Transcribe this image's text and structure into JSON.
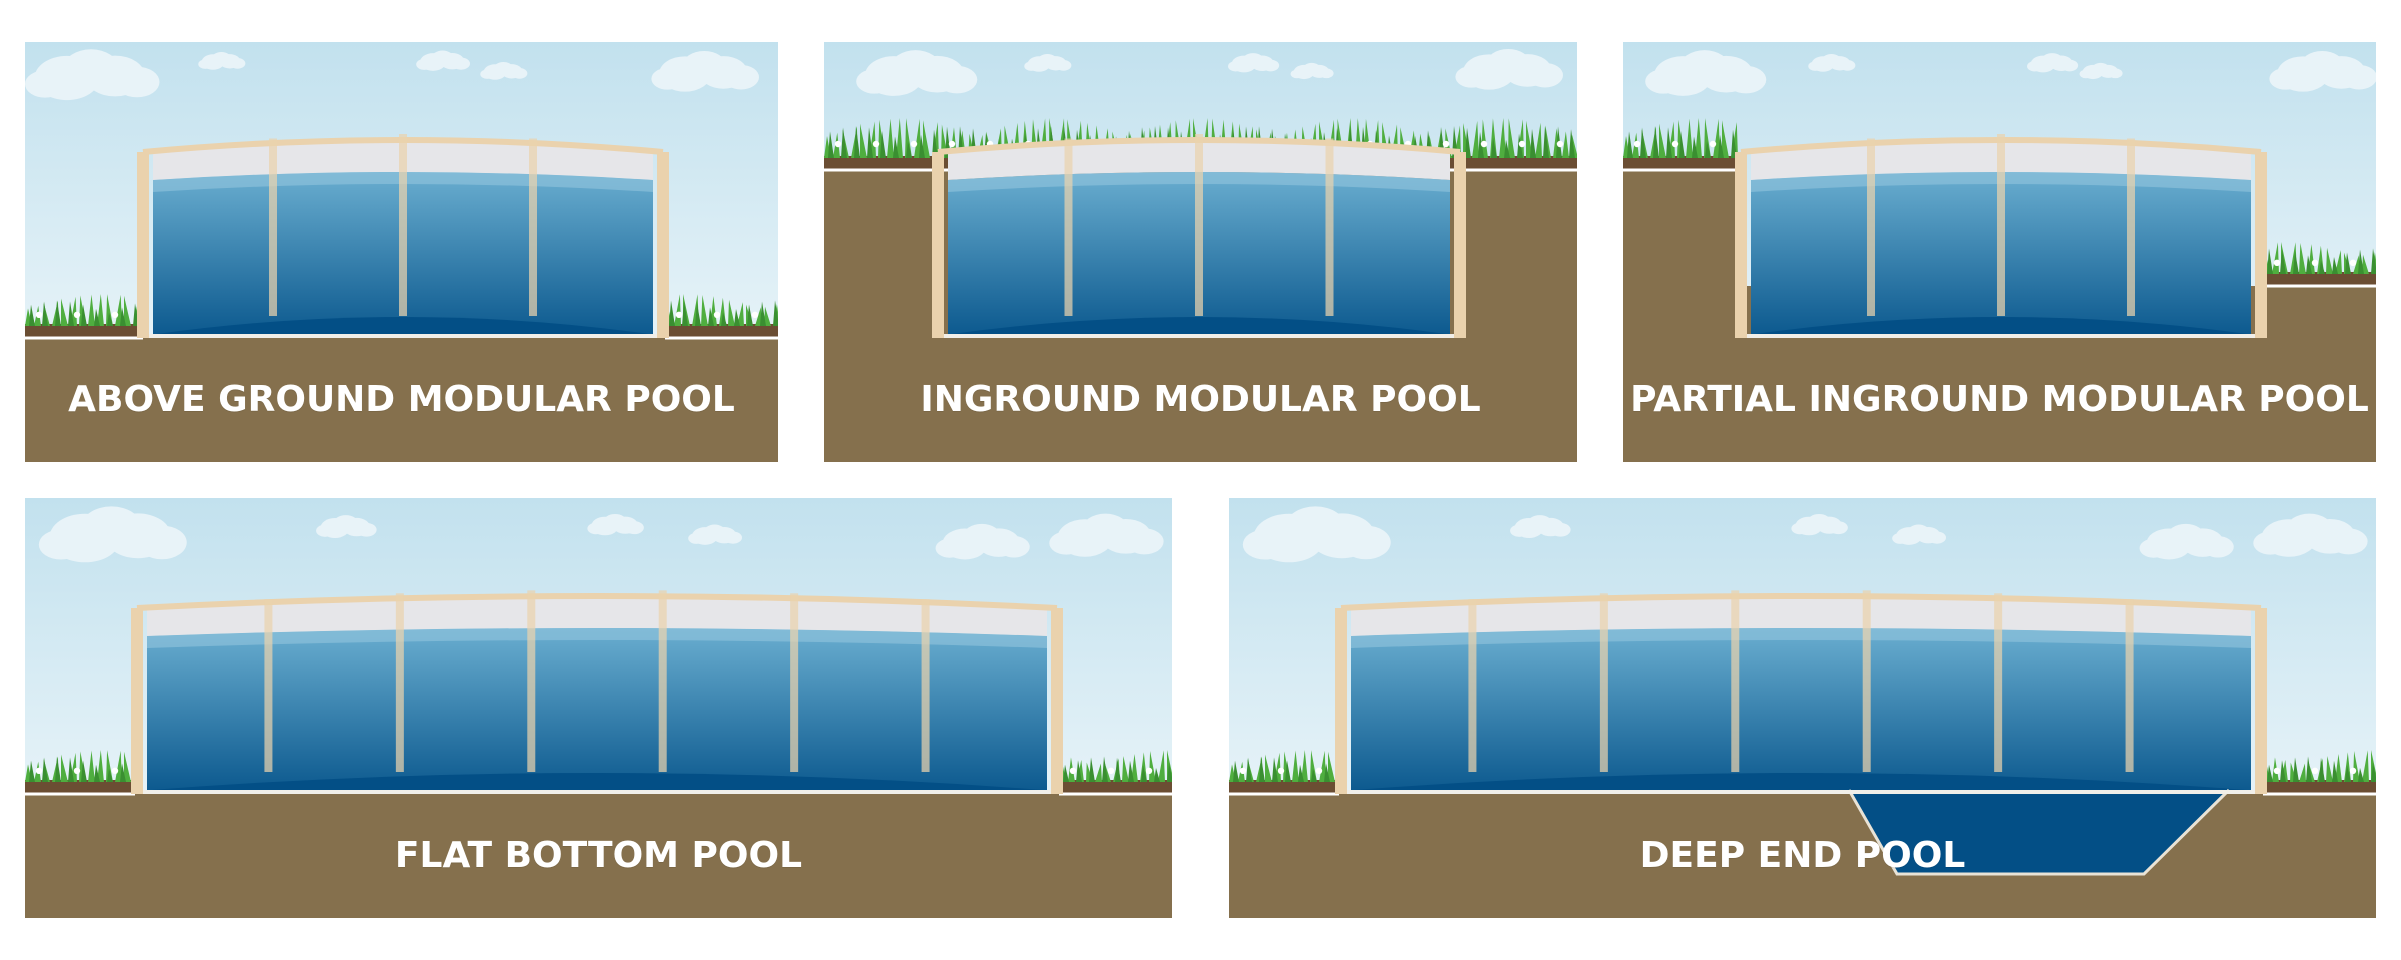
{
  "colors": {
    "sky_top": "#c2e1ee",
    "sky_bottom": "#f5fafc",
    "cloud": "#e8f3f8",
    "ground": "#85704d",
    "grass": "#4fae3f",
    "grass_dark": "#3a8f31",
    "soil_strip": "#6b4e33",
    "frame": "#ead2ad",
    "water_top": "#6aaed0",
    "water_bottom": "#0d5a8f",
    "water_floor": "#034f86",
    "liner": "#e6e6e9",
    "edge_line": "#ffffff"
  },
  "panels": [
    {
      "id": "above-ground-modular-pool",
      "label": "ABOVE GROUND MODULAR POOL"
    },
    {
      "id": "inground-modular-pool",
      "label": "INGROUND MODULAR POOL"
    },
    {
      "id": "partial-inground-modular-pool",
      "label": "PARTIAL INGROUND MODULAR POOL"
    },
    {
      "id": "flat-bottom-pool",
      "label": "FLAT BOTTOM POOL"
    },
    {
      "id": "deep-end-pool",
      "label": "DEEP END POOL"
    }
  ]
}
